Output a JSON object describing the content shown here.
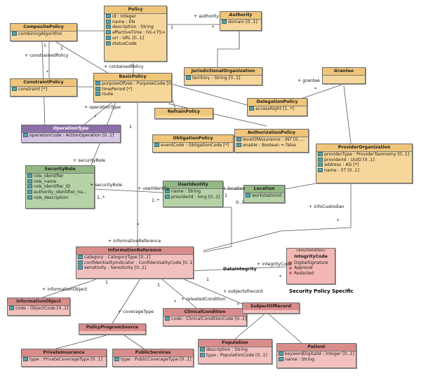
{
  "classes": {
    "policy": {
      "name": "Policy",
      "attrs": [
        "id : Integer",
        "name : EN",
        "description : String",
        "effectiveTime : IVL<TS>",
        "uri : URL [0..1]",
        "statusCode"
      ]
    },
    "authority": {
      "name": "Authority",
      "attrs": [
        "domain [0..1]"
      ]
    },
    "composite_policy": {
      "name": "CompositePolicy",
      "attrs": [
        "combiningAlgorithm"
      ]
    },
    "constraint_policy": {
      "name": "ConstraintPolicy",
      "attrs": [
        "constraint [*]"
      ]
    },
    "basic_policy": {
      "name": "BasicPolicy",
      "attrs": [
        "purposeOfUse : PurposeCode [0...",
        "timePeriod [*]",
        "route"
      ]
    },
    "jurisdictional_organization": {
      "name": "JurisdictionalOrganization",
      "attrs": [
        "territory : String [0..1]"
      ]
    },
    "grantee": {
      "name": "Grantee",
      "attrs": []
    },
    "delegation_policy": {
      "name": "DelegationPolicy",
      "attrs": [
        "accessRight [1..*]"
      ]
    },
    "refrain_policy": {
      "name": "RefrainPolicy",
      "attrs": []
    },
    "operation_type": {
      "name": "OperationType",
      "attrs": [
        "operationCode : ActionOperation [0..1]"
      ]
    },
    "obligation_policy": {
      "name": "ObligationPolicy",
      "attrs": [
        "eventCode : ObligationCode [*]"
      ]
    },
    "authorization_policy": {
      "name": "AuthorizationPolicy",
      "attrs": [
        "levelOfAssurance : INT [0.....",
        "enable : Boolean = false"
      ]
    },
    "provider_organization": {
      "name": "ProviderOrganization",
      "attrs": [
        "providerType : ProviderTaxonomy [0..1]",
        "providerId : UUID [0..1]",
        "address : AD [*]",
        "name : ST [0..1]"
      ]
    },
    "security_role": {
      "name": "SecurityRole",
      "attrs": [
        "role_identifier",
        "role_name",
        "role_identifier_ID",
        "authority_identifier_na...",
        "role_description"
      ]
    },
    "user_identity": {
      "name": "UserIdentity",
      "attrs": [
        "name : String",
        "providerId : long [0..1]"
      ]
    },
    "location": {
      "name": "Location",
      "attrs": [
        "workstationId : ST"
      ]
    },
    "information_reference": {
      "name": "InformationReference",
      "attrs": [
        "category : CategoryType [0..1]",
        "confidentialityIndicator : ConfidentialityCode [0..1]",
        "sensitivity : Sensitivity [0..1]"
      ]
    },
    "information_object": {
      "name": "InformationObject",
      "attrs": [
        "code : ObjectCode [0..1]"
      ]
    },
    "clinical_condition": {
      "name": "ClinicalCondition",
      "attrs": [
        "code : ClinicalConditionCode [0..1]"
      ]
    },
    "subject_of_record": {
      "name": "SubjectOfRecord",
      "attrs": []
    },
    "policy_program_source": {
      "name": "PolicyProgramSource",
      "attrs": []
    },
    "private_insurance": {
      "name": "PrivateInsurance",
      "attrs": [
        "type : PrivateCoverageType [0..1]"
      ]
    },
    "public_services": {
      "name": "PublicServices",
      "attrs": [
        "type : PublicCoverageType [0..1]"
      ]
    },
    "population": {
      "name": "Population",
      "attrs": [
        "description : String",
        "type : PopulationCode [0..1]"
      ]
    },
    "patient": {
      "name": "Patient",
      "attrs": [
        "keywordDigitalId : Integer [0..1]",
        "name : String"
      ]
    }
  },
  "enumeration": {
    "stereotype": "«enumeration»",
    "name": "IntegrityCode",
    "literals": [
      "DigitalSignature",
      "Approval",
      "Redacted"
    ]
  },
  "labels": {
    "authority": "+ authority",
    "one_a": "1",
    "star_a": "*",
    "constrained_policy": "+ constrainedPolicy",
    "contained_policy": "+ containedPolicy",
    "one_b": "1",
    "star_b": "*",
    "one_c": "1",
    "grantee": "+ grantee",
    "operation_type": "+ operationType",
    "star_c": "*",
    "star_d": "*",
    "security_role_role": "+ securityRole",
    "security_role_assoc": "+ securityRole",
    "user_identity": "+ userIdentity",
    "location": "+ location",
    "one_d": "1",
    "one_star_a": "1..*",
    "one_star_b": "1..*",
    "zero_one": "0..1",
    "one_e": "1",
    "star_e": "*",
    "info_custodian": "+ infoCustodian",
    "star_f": "*",
    "information_reference": "+ informationReference",
    "data_integrity": "DataIntegrity",
    "integrity_code": "+ integrityCode",
    "star_g": "*",
    "one_f": "1",
    "information_object": "+ informationObject",
    "subject_of_record": "+ subjectofrecord",
    "related_condition": "+ releatedCondition",
    "coverage_type": "+ coverageType",
    "one_g": "1",
    "star_h": "*",
    "star_i": "*",
    "one_h": "1"
  },
  "caption": "Security Policy Specific"
}
